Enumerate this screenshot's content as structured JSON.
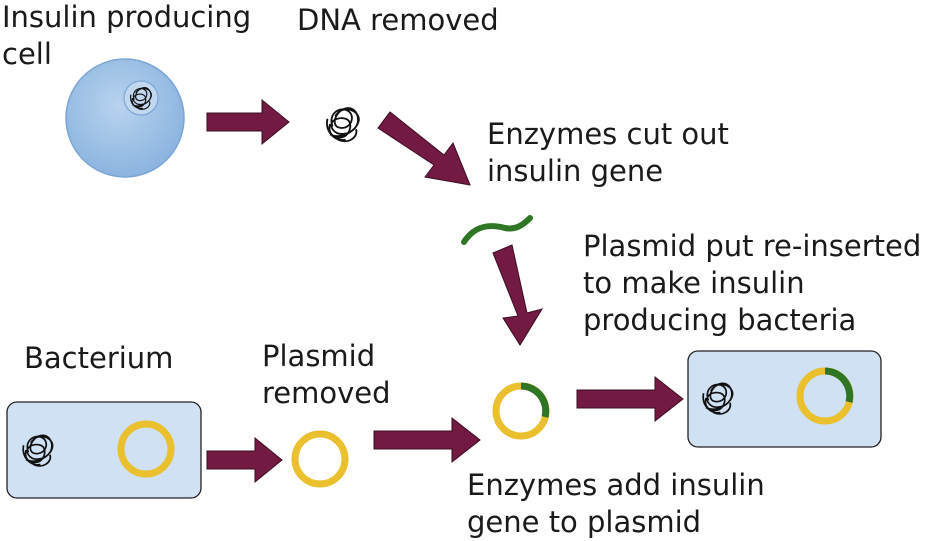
{
  "labels": {
    "insulin_cell": "Insulin producing\ncell",
    "dna_removed": "DNA removed",
    "enzymes_cut": "Enzymes cut out\ninsulin gene",
    "plasmid_reinserted": "Plasmid put re-inserted\nto make insulin\nproducing bacteria",
    "bacterium": "Bacterium",
    "plasmid_removed": "Plasmid\nremoved",
    "enzymes_add": "Enzymes add insulin\ngene to plasmid"
  },
  "colors": {
    "arrow": "#731a43",
    "cell_fill": "#8fb6e0",
    "cell_edge": "#6f9fd1",
    "bacterium_fill": "#cfe1f3",
    "plasmid": "#eac02e",
    "insulin_gene": "#2e7524",
    "dna": "#111111"
  }
}
